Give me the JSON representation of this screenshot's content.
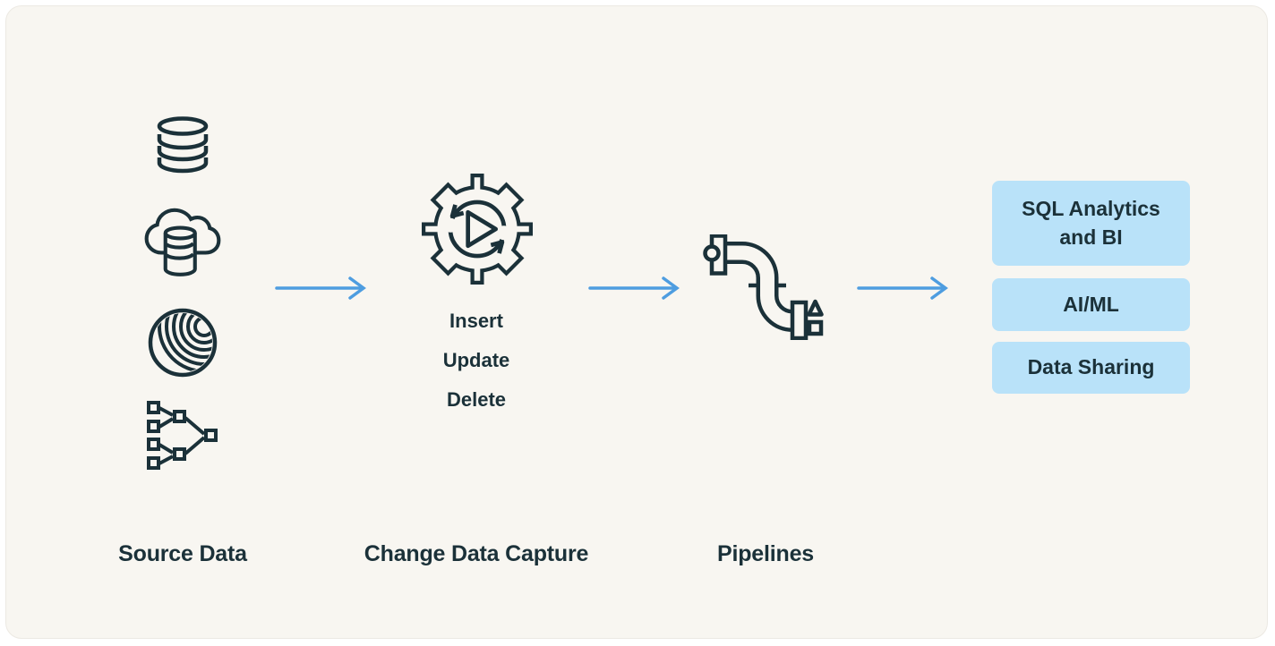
{
  "diagram": {
    "colors": {
      "panel_background": "#F8F6F1",
      "ink": "#1B3139",
      "arrow_blue": "#4E9DE0",
      "output_box_blue": "#B9E2F9"
    },
    "stages": [
      {
        "id": "source-data",
        "label": "Source Data",
        "icons": [
          "database-icon",
          "cloud-database-icon",
          "yarn-ball-icon",
          "merge-tree-icon"
        ]
      },
      {
        "id": "change-data-capture",
        "label": "Change Data Capture",
        "icon": "gear-sync-icon",
        "operations": [
          "Insert",
          "Update",
          "Delete"
        ]
      },
      {
        "id": "pipelines",
        "label": "Pipelines",
        "icon": "pipeline-icon"
      },
      {
        "id": "outputs",
        "boxes": [
          "SQL Analytics and BI",
          "AI/ML",
          "Data Sharing"
        ]
      }
    ],
    "connectors": [
      "flow-arrow",
      "flow-arrow",
      "flow-arrow"
    ]
  }
}
